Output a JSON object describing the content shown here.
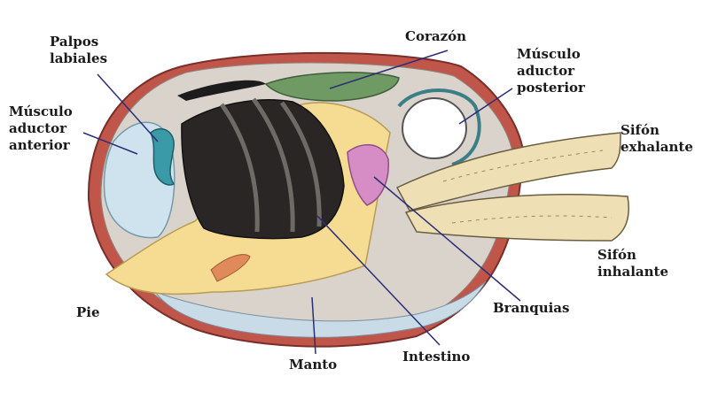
{
  "labels": {
    "palpos": [
      "Palpos",
      "labiales"
    ],
    "musculo_anterior": [
      "Músculo",
      "aductor",
      "anterior"
    ],
    "pie": "Pie",
    "corazon": "Corazón",
    "musculo_posterior": [
      "Músculo",
      "aductor",
      "posterior"
    ],
    "sifon_exhalante": [
      "Sifón",
      "exhalante"
    ],
    "sifon_inhalante": [
      "Sifón",
      "inhalante"
    ],
    "branquias": "Branquias",
    "intestino": "Intestino",
    "manto": "Manto"
  },
  "colors": {
    "shell_outline": "#c0564a",
    "mantle_blue": "#cfe3ee",
    "foot_yellow": "#f5dc92",
    "gill_black": "#2a2626",
    "heart_green": "#6f9a63",
    "gonad_pink": "#d68cc4",
    "palp_teal": "#3b9aa8",
    "siphon_tan": "#efdfb4",
    "tissue_gray": "#d9d3cc",
    "leader_line": "#2b2d78"
  },
  "icons": {
    "clam": "clam-anatomy-illustration"
  }
}
